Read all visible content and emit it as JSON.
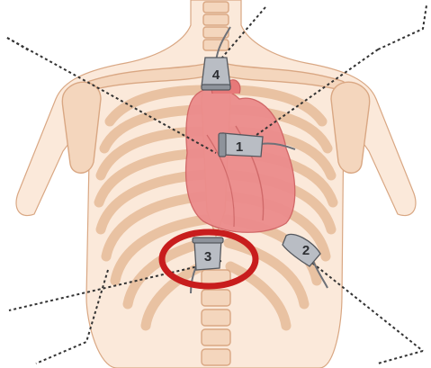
{
  "probes": [
    {
      "id": "probe-1",
      "label": "1",
      "highlighted": false
    },
    {
      "id": "probe-2",
      "label": "2",
      "highlighted": false
    },
    {
      "id": "probe-3",
      "label": "3",
      "highlighted": true
    },
    {
      "id": "probe-4",
      "label": "4",
      "highlighted": false
    }
  ],
  "colors": {
    "skin": "#f4d6bd",
    "bone": "#e9c2a2",
    "heart": "#e98585",
    "probe": "#b9bdc4",
    "highlight_ring": "#c81d1d",
    "dotted_line": "#333333"
  }
}
